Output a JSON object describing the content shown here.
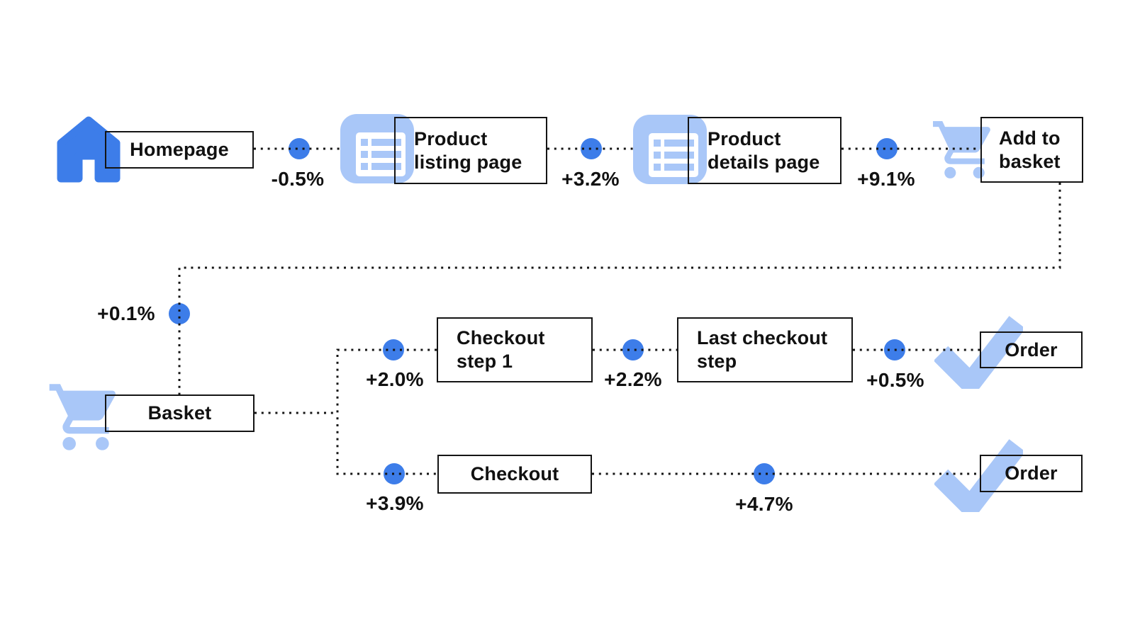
{
  "diagram": {
    "background": "#ffffff",
    "colors": {
      "accent_blue": "#3d7de9",
      "light_blue": "#a9c7f8",
      "line_black": "#141414",
      "text_black": "#111111"
    },
    "nodes": [
      {
        "label": "Homepage",
        "icon": "home-icon"
      },
      {
        "label": "Product\nlisting page",
        "icon": "list-page-icon"
      },
      {
        "label": "Product\ndetails page",
        "icon": "list-page-icon"
      },
      {
        "label": "Add to\nbasket",
        "icon": "cart-icon"
      },
      {
        "label": "Basket",
        "icon": "cart-icon"
      },
      {
        "label": "Checkout\nstep 1",
        "icon": null
      },
      {
        "label": "Last checkout\nstep",
        "icon": null
      },
      {
        "label": "Order",
        "icon": "check-icon"
      },
      {
        "label": "Checkout",
        "icon": null
      },
      {
        "label": "Order",
        "icon": "check-icon"
      }
    ],
    "deltas": {
      "homepage_to_listing": "-0.5%",
      "listing_to_details": "+3.2%",
      "details_to_add_to_basket": "+9.1%",
      "add_to_basket_to_basket": "+0.1%",
      "basket_to_checkout_step1": "+2.0%",
      "checkout_step1_to_last_step": "+2.2%",
      "last_step_to_order": "+0.5%",
      "basket_to_checkout": "+3.9%",
      "checkout_to_order": "+4.7%"
    }
  }
}
